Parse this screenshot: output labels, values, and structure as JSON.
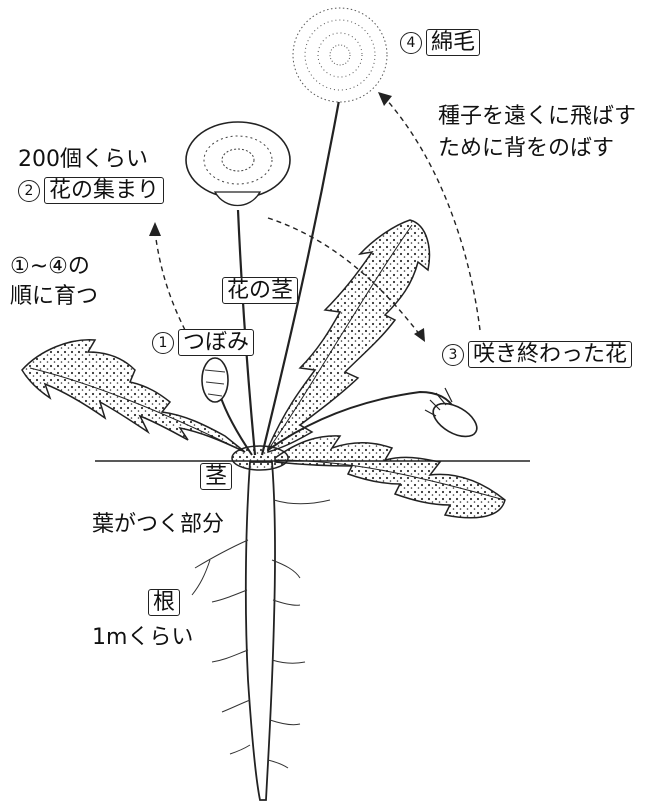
{
  "labels": {
    "pappus_num": "4",
    "pappus": "綿毛",
    "seed_note_1": "種子を遠くに飛ばす",
    "seed_note_2": "ために背をのばす",
    "count": "200個くらい",
    "flower_head_num": "2",
    "flower_head": "花の集まり",
    "order_1": "①~④の",
    "order_2": "順に育つ",
    "flower_stalk": "花の茎",
    "bud_num": "1",
    "bud": "つぼみ",
    "finished_num": "3",
    "finished": "咲き終わった花",
    "stem": "茎",
    "leaf_attach": "葉がつく部分",
    "root": "根",
    "root_length": "1mくらい"
  }
}
